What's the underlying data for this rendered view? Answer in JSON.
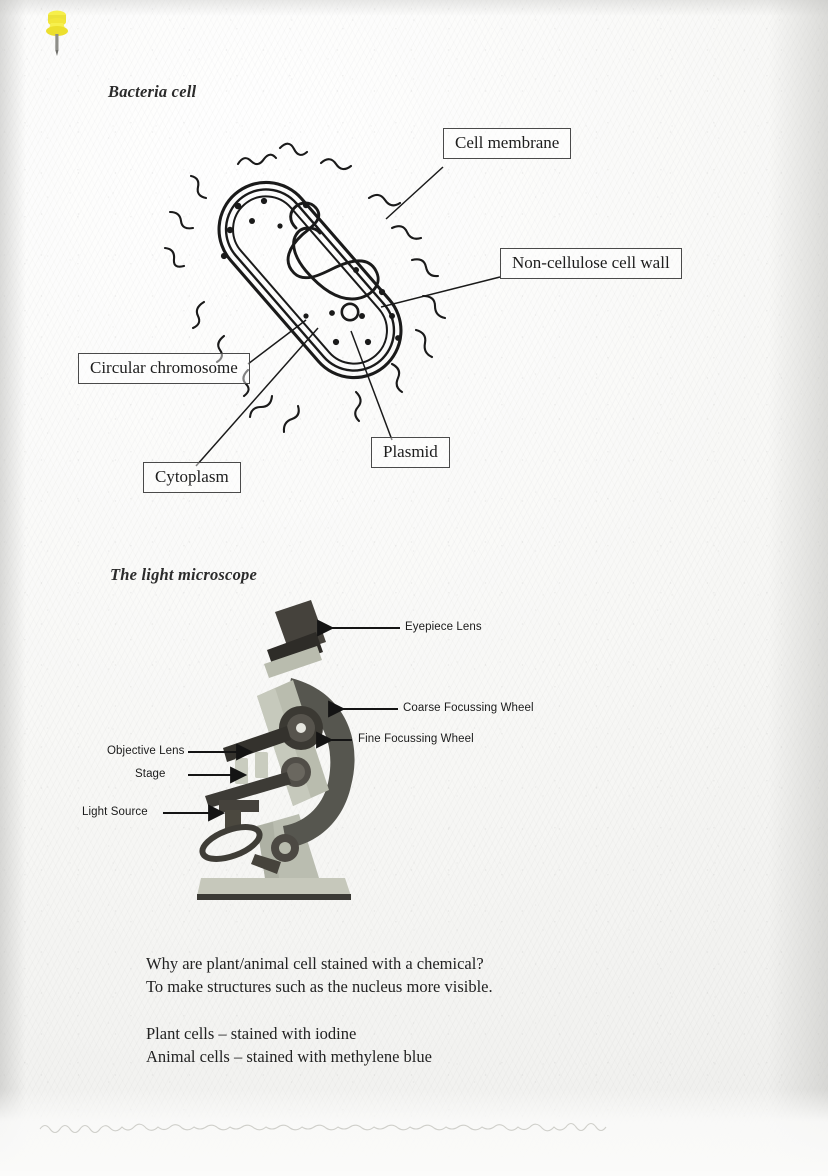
{
  "page": {
    "kind": "handwritten-revision-notes-photo",
    "pin": {
      "name": "yellow push pin",
      "color": "#f2e63a"
    }
  },
  "sections": {
    "bacteria": {
      "title": "Bacteria cell",
      "labels": [
        {
          "key": "cell_membrane",
          "text": "Cell membrane"
        },
        {
          "key": "cell_wall",
          "text": "Non-cellulose cell wall"
        },
        {
          "key": "chromosome",
          "text": "Circular chromosome"
        },
        {
          "key": "plasmid",
          "text": "Plasmid"
        },
        {
          "key": "cytoplasm",
          "text": "Cytoplasm"
        }
      ]
    },
    "microscope": {
      "title": "The light microscope",
      "labels": [
        {
          "key": "eyepiece",
          "text": "Eyepiece Lens"
        },
        {
          "key": "coarse",
          "text": "Coarse Focussing Wheel"
        },
        {
          "key": "fine",
          "text": "Fine Focussing Wheel"
        },
        {
          "key": "objective",
          "text": "Objective Lens"
        },
        {
          "key": "stage",
          "text": "Stage"
        },
        {
          "key": "light",
          "text": "Light Source"
        }
      ],
      "colors": {
        "body": "#b9bcae",
        "arm": "#5d5d56",
        "dark": "#3a3733",
        "base": "#c3c5b8"
      }
    },
    "notes": {
      "question": "Why are plant/animal cell stained with a chemical?\nTo make structures such as the nucleus more visible.",
      "stains": "Plant cells – stained with iodine\nAnimal cells – stained with methylene blue"
    }
  }
}
